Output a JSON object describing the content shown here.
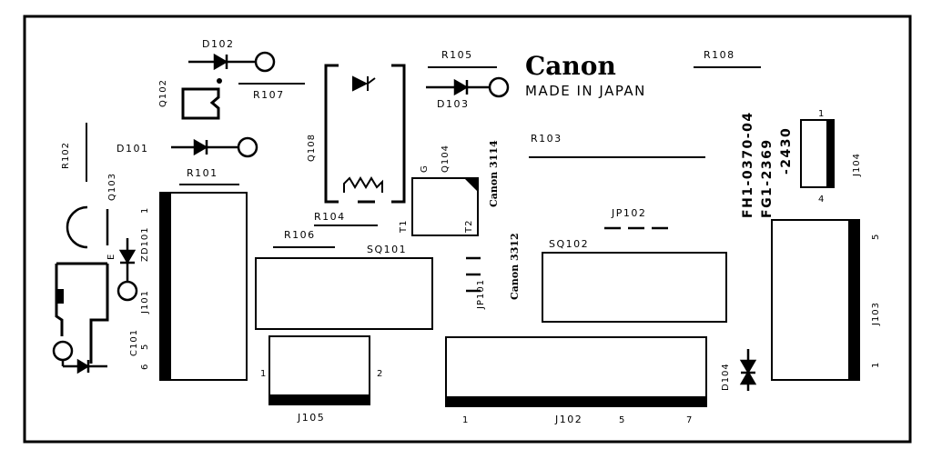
{
  "board": {
    "brand": "Canon",
    "made_in": "MADE IN JAPAN",
    "part_numbers": [
      "FH1-0370-04",
      "FG1-2369",
      "-2430"
    ],
    "ic_markings": [
      "Canon 3114",
      "Canon 3312"
    ]
  },
  "labels": {
    "d102": "D102",
    "r107": "R107",
    "q102": "Q102",
    "d101": "D101",
    "r102": "R102",
    "q103": "Q103",
    "r101": "R101",
    "j101": "J101",
    "zd101": "ZD101",
    "e": "E",
    "c101": "C101",
    "j101_pin1": "1",
    "j101_pin5": "5",
    "j101_pin6": "6",
    "q108": "Q108",
    "r104": "R104",
    "r106": "R106",
    "sq101": "SQ101",
    "j105": "J105",
    "j105_pin1": "1",
    "j105_pin2": "2",
    "r105": "R105",
    "d103": "D103",
    "q104": "Q104",
    "g": "G",
    "t1": "T1",
    "t2": "T2",
    "jp101": "JP101",
    "r103": "R103",
    "jp102": "JP102",
    "sq102": "SQ102",
    "j102": "J102",
    "j102_pin1": "1",
    "j102_pin5": "5",
    "j102_pin7": "7",
    "r108": "R108",
    "d104": "D104",
    "j104": "J104",
    "j104_pin1": "1",
    "j104_pin4": "4",
    "j103": "J103",
    "j103_pin5": "5",
    "j103_pin1": "1"
  }
}
